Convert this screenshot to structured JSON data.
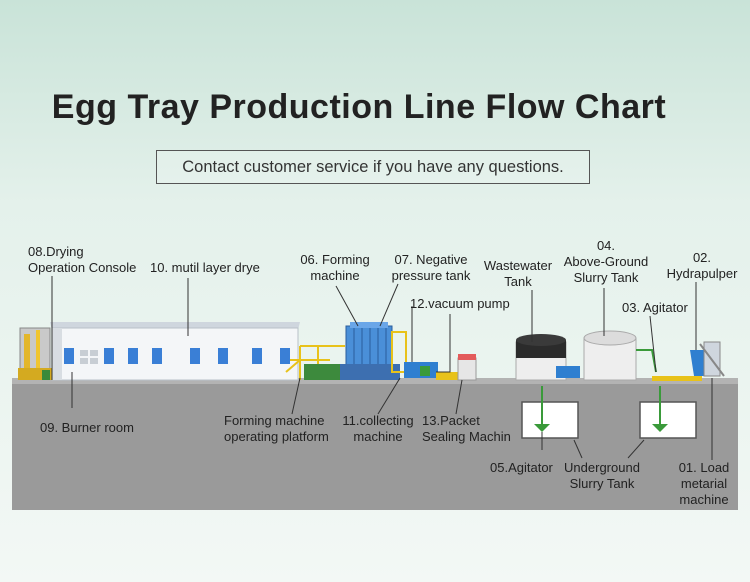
{
  "title": "Egg Tray Production Line Flow Chart",
  "subtitle": "Contact customer service if you have any questions.",
  "labels": {
    "drying_console": "08.Drying\nOperation Console",
    "dryer": "10. mutil layer drye",
    "forming_machine": "06. Forming\nmachine",
    "negative_pressure": "07. Negative\npressure tank",
    "wastewater_tank": "Wastewater\nTank",
    "above_ground_slurry": "04.\nAbove-Ground\nSlurry Tank",
    "hydrapulper": "02.\nHydrapulper",
    "vacuum_pump": "12.vacuum pump",
    "agitator_03": "03. Agitator",
    "burner_room": "09. Burner room",
    "forming_platform": "Forming machine\noperating platform",
    "collecting_machine": "11.collecting\nmachine",
    "packet_sealing": "13.Packet\nSealing Machin",
    "agitator_05": "05.Agitator",
    "underground_slurry": "Underground\nSlurry Tank",
    "load_material": "01. Load\nmetarial\nmachine"
  },
  "colors": {
    "ground": "#9a9a9a",
    "dryer_body": "#f4f6f8",
    "window": "#3a7fd6",
    "forming_blue": "#4a8fd8",
    "frame_yellow": "#e8c21a",
    "tank_white": "#eeeeee",
    "tank_black": "#2b2b2b"
  }
}
